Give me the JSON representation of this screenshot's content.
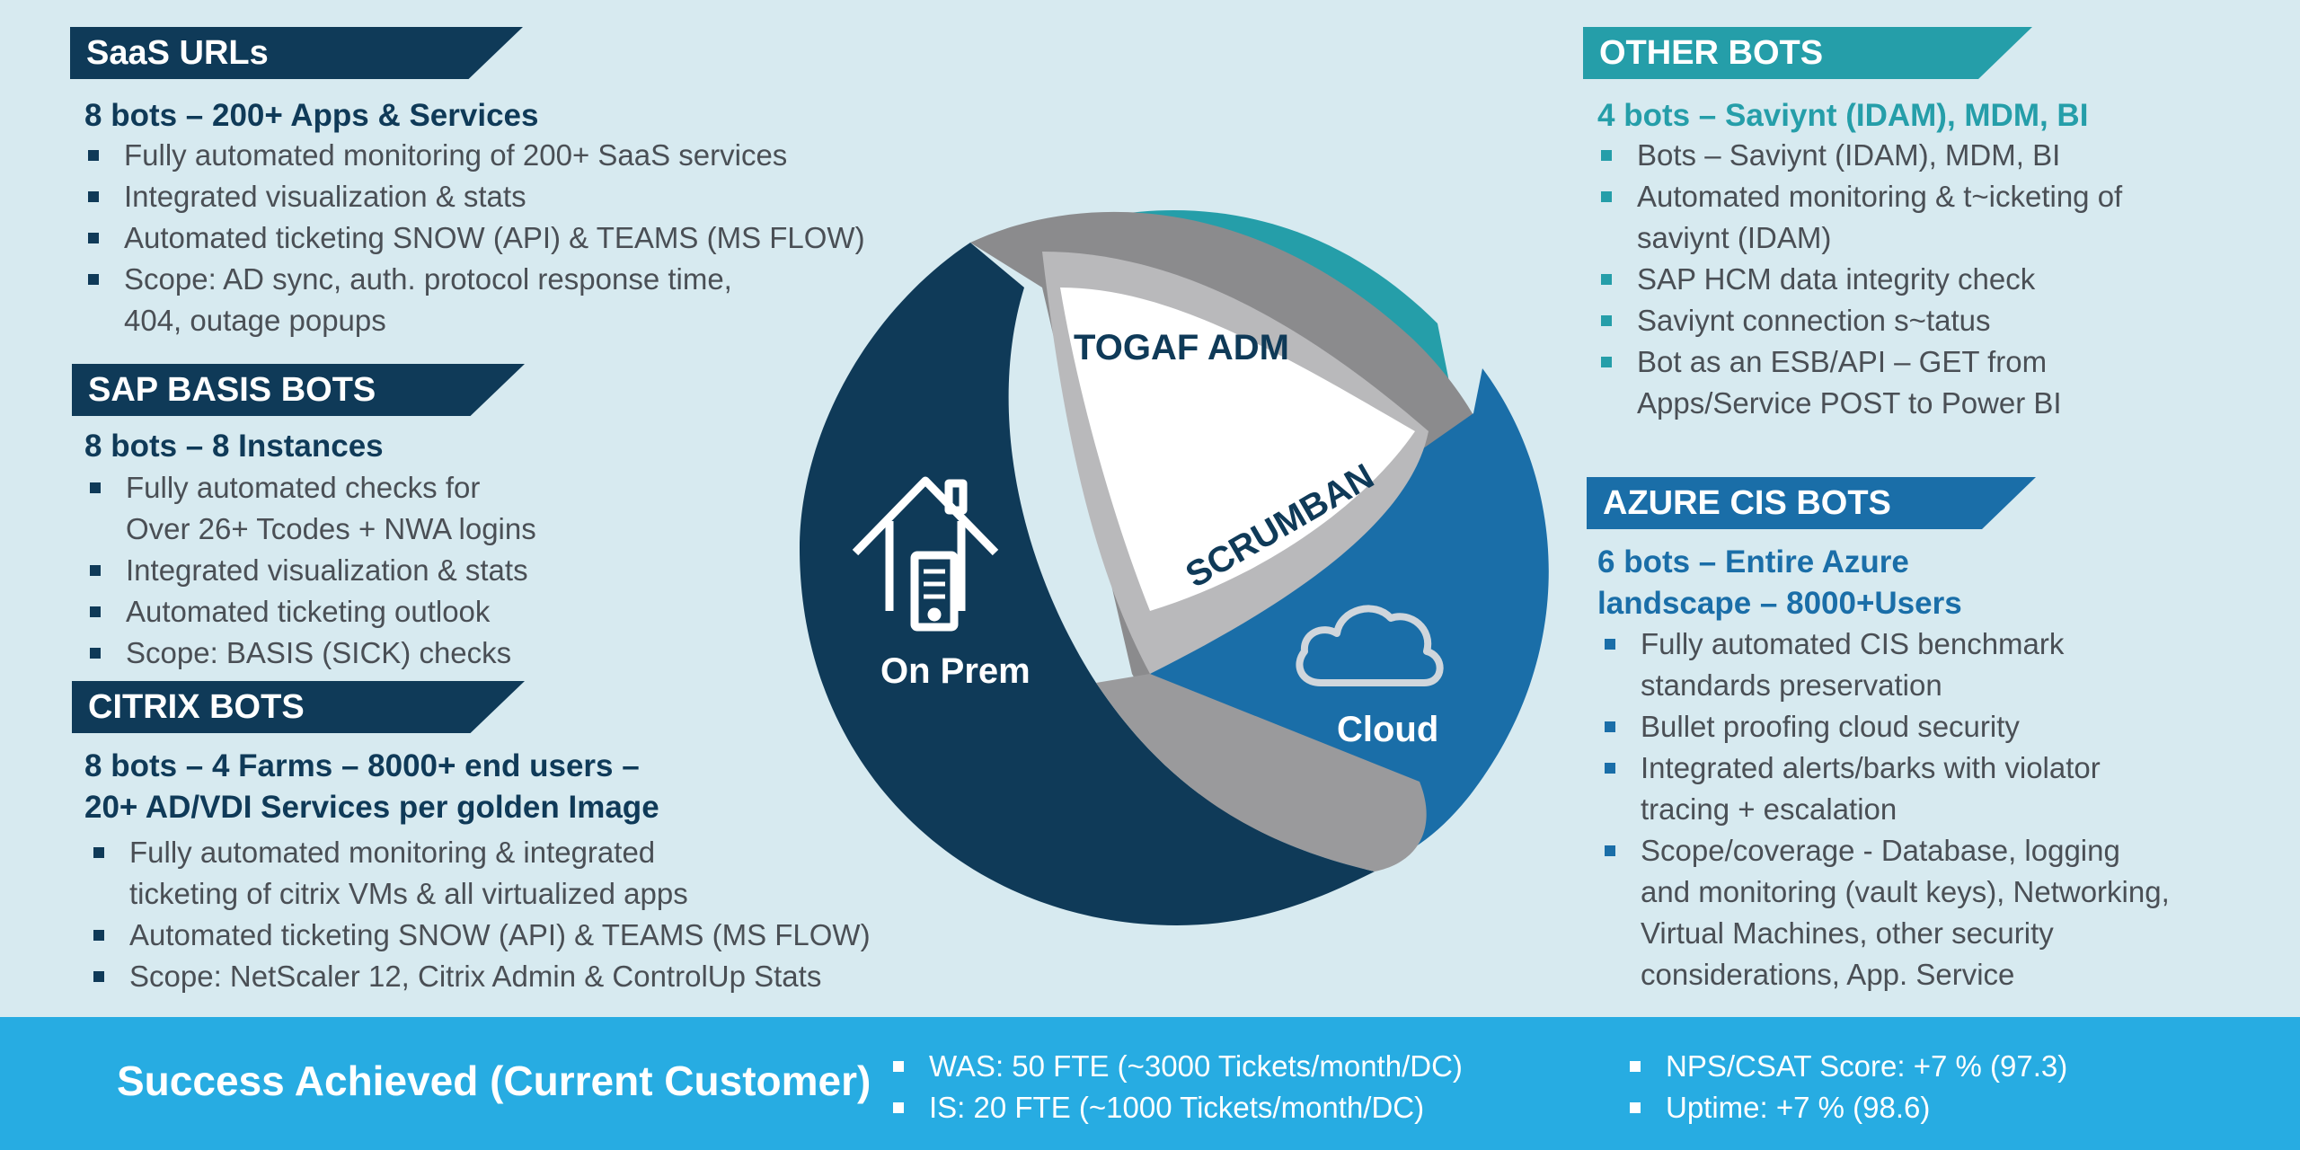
{
  "saas": {
    "title": "SaaS URLs",
    "subtitle": "8 bots – 200+ Apps & Services",
    "bullets": [
      "Fully automated monitoring of 200+ SaaS services",
      "Integrated visualization & stats",
      "Automated ticketing SNOW (API) & TEAMS (MS FLOW)",
      "Scope: AD sync, auth. protocol response time,\n404, outage popups"
    ]
  },
  "sap": {
    "title": "SAP BASIS BOTS",
    "subtitle": "8 bots – 8 Instances",
    "bullets": [
      "Fully automated checks for\nOver 26+ Tcodes + NWA logins",
      "Integrated visualization & stats",
      "Automated ticketing outlook",
      "Scope: BASIS (SICK) checks"
    ]
  },
  "citrix": {
    "title": "CITRIX BOTS",
    "subtitle_line1": "8 bots – 4 Farms – 8000+ end users –",
    "subtitle_line2": "20+ AD/VDI Services per golden Image",
    "bullets": [
      "Fully automated monitoring & integrated\nticketing of citrix VMs & all virtualized apps",
      "Automated ticketing SNOW (API) & TEAMS (MS FLOW)",
      "Scope: NetScaler 12, Citrix Admin & ControlUp Stats"
    ]
  },
  "other": {
    "title": "OTHER BOTS",
    "subtitle": "4 bots – Saviynt (IDAM), MDM, BI",
    "bullets": [
      "Bots – Saviynt (IDAM), MDM, BI",
      "Automated monitoring & t~icketing of\nsaviynt (IDAM)",
      "SAP HCM data integrity check",
      "Saviynt connection s~tatus",
      "Bot as an ESB/API – GET from\nApps/Service POST to Power BI"
    ]
  },
  "azure": {
    "title": "AZURE CIS BOTS",
    "subtitle_line1": "6 bots – Entire Azure",
    "subtitle_line2": "landscape – 8000+Users",
    "bullets": [
      "Fully automated CIS benchmark\nstandards preservation",
      "Bullet proofing cloud security",
      "Integrated alerts/barks with violator\ntracing + escalation",
      "Scope/coverage - Database, logging\nand monitoring (vault keys), Networking,\nVirtual Machines, other security\nconsiderations, App. Service"
    ]
  },
  "sphere": {
    "inner_label": "TOGAF ADM",
    "diagonal_label": "SCRUMBAN",
    "left_label": "On Prem",
    "right_label": "Cloud",
    "left_icon": "house-server-icon",
    "right_icon": "cloud-icon"
  },
  "footer": {
    "title": "Success Achieved (Current Customer)",
    "col1": [
      "WAS: 50 FTE (~3000 Tickets/month/DC)",
      "IS: 20 FTE (~1000 Tickets/month/DC)"
    ],
    "col2": [
      "NPS/CSAT Score: +7 % (97.3)",
      "Uptime: +7 % (98.6)"
    ]
  },
  "colors": {
    "background": "#d7eaf0",
    "navy": "#0f3a58",
    "teal": "#259ea9",
    "blue": "#1a6ea8",
    "footer": "#27ace2"
  }
}
